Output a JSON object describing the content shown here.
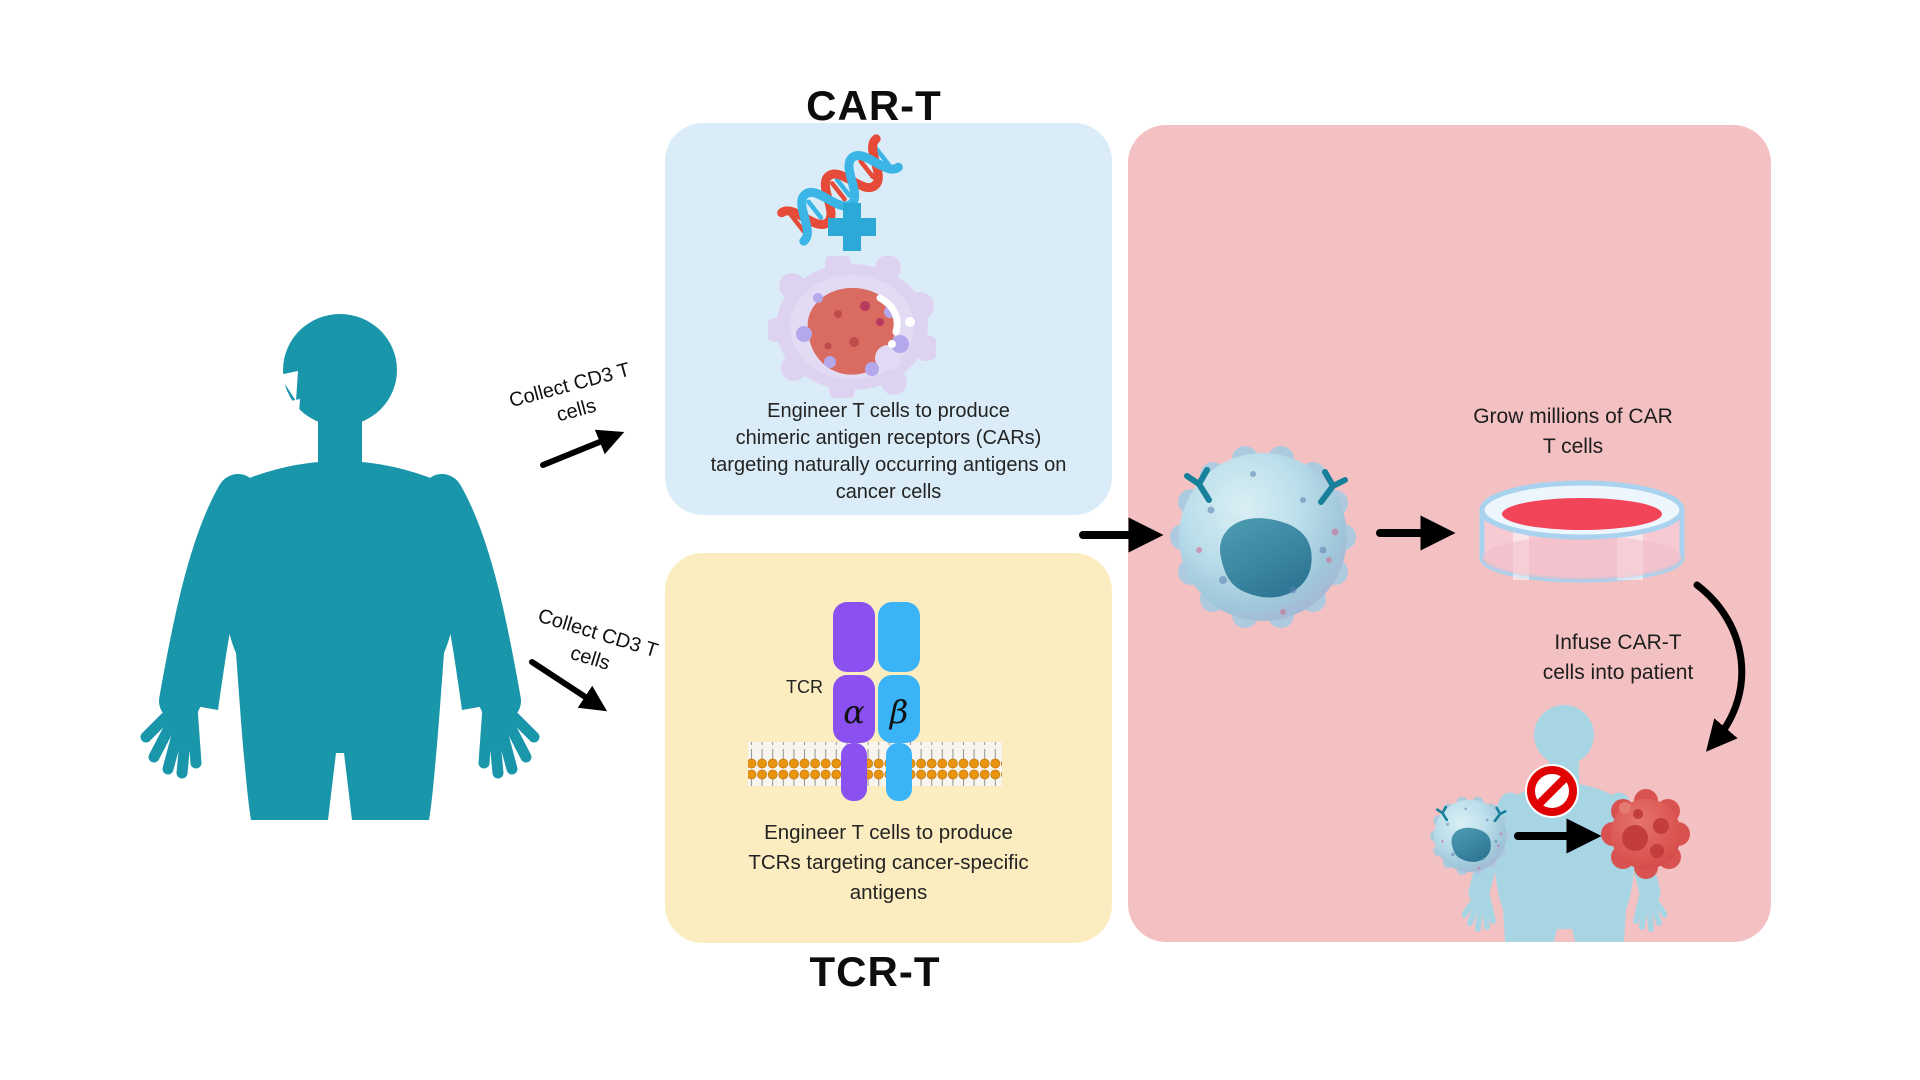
{
  "car_section": {
    "title": "CAR-T",
    "description_lines": [
      "Engineer T cells to produce",
      "chimeric antigen receptors (CARs)",
      "targeting naturally occurring antigens on",
      "cancer cells"
    ]
  },
  "tcr_section": {
    "title": "TCR-T",
    "receptor_label": "TCR",
    "alpha_label": "α",
    "beta_label": "β",
    "description_lines": [
      "Engineer T cells to produce",
      "TCRs targeting cancer-specific",
      "antigens"
    ]
  },
  "collect_top": {
    "lines": [
      "Collect CD3 T",
      "cells"
    ]
  },
  "collect_bottom": {
    "lines": [
      "Collect CD3 T",
      "cells"
    ]
  },
  "expansion_section": {
    "grow_lines": [
      "Grow millions of CAR",
      "T cells"
    ],
    "infuse_lines": [
      "Infuse CAR-T",
      "cells into patient"
    ]
  },
  "icons": {
    "dna": "dna-helix-icon",
    "plus": "plus-icon",
    "engineered_cell": "engineered-cell-icon",
    "tcr_receptor": "tcr-receptor-icon",
    "membrane": "lipid-membrane-icon",
    "t_cell": "t-cell-icon",
    "petri_dish": "petri-dish-icon",
    "no_entry": "no-entry-icon",
    "tumor": "tumor-cell-icon",
    "human": "human-silhouette-icon",
    "patient": "patient-silhouette-icon",
    "arrow": "arrow-icon"
  },
  "colors": {
    "car_box_bg": "#d9ecf7",
    "tcr_box_bg": "#fcedc0",
    "expansion_box_bg": "#f4c1c3",
    "human_teal": "#1a96ab",
    "patient_blue": "#a8d5e4",
    "no_symbol_red": "#e00202",
    "tumor_red": "#d94f4e",
    "receptor_purple": "#8b50f0",
    "receptor_blue": "#3bb3f7",
    "membrane_orange": "#e8940e",
    "arrow_black": "#000000"
  }
}
